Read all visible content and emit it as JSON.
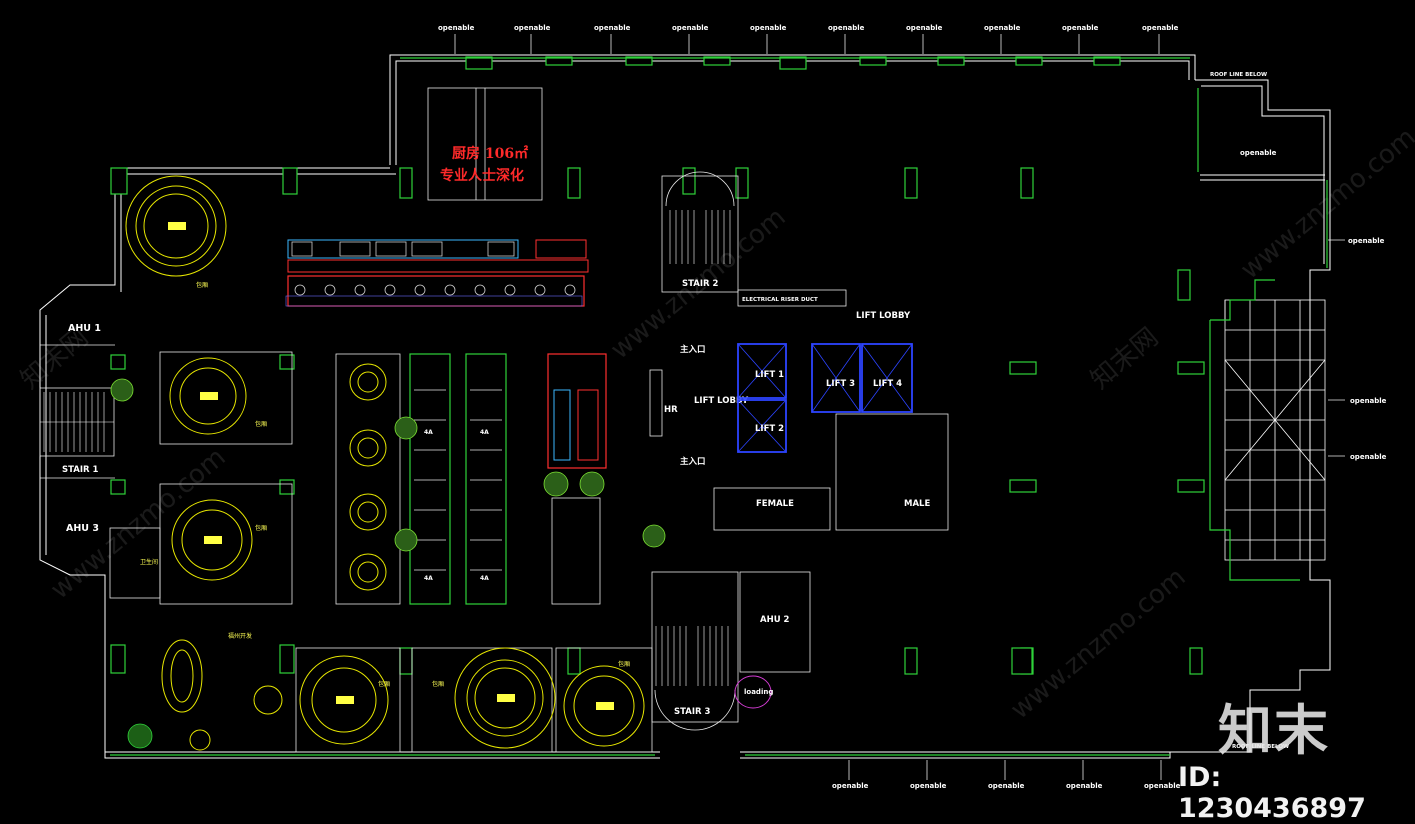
{
  "labels": {
    "openable": "openable",
    "roof_line_below": "ROOF LINE BELOW",
    "kitchen_title": "厨房 106㎡",
    "kitchen_note": "专业人士深化",
    "stair1": "STAIR 1",
    "stair2": "STAIR 2",
    "stair3": "STAIR 3",
    "ahu1": "AHU 1",
    "ahu2": "AHU 2",
    "ahu3": "AHU 3",
    "lift1": "LIFT 1",
    "lift2": "LIFT 2",
    "lift3": "LIFT 3",
    "lift4": "LIFT 4",
    "lift_lobby": "LIFT LOBBY",
    "hr": "HR",
    "main_entrance": "主入口",
    "electrical_riser": "ELECTRICAL RISER DUCT",
    "female": "FEMALE",
    "male": "MALE",
    "loading": "loading",
    "toilet": "卫生间",
    "banquet": "福州开发",
    "private_room": "包厢",
    "area_4a": "4A"
  },
  "watermark": {
    "site": "www.znzmo.com",
    "brand": "知末网"
  },
  "logo": {
    "text": "知末",
    "id_text": "ID: 1230436897"
  },
  "colors": {
    "wall": "#ffffff",
    "column": "#2fd23a",
    "furniture": "#e6e600",
    "lift": "#2c44ff",
    "kitchen_text": "#ff2a2a"
  }
}
